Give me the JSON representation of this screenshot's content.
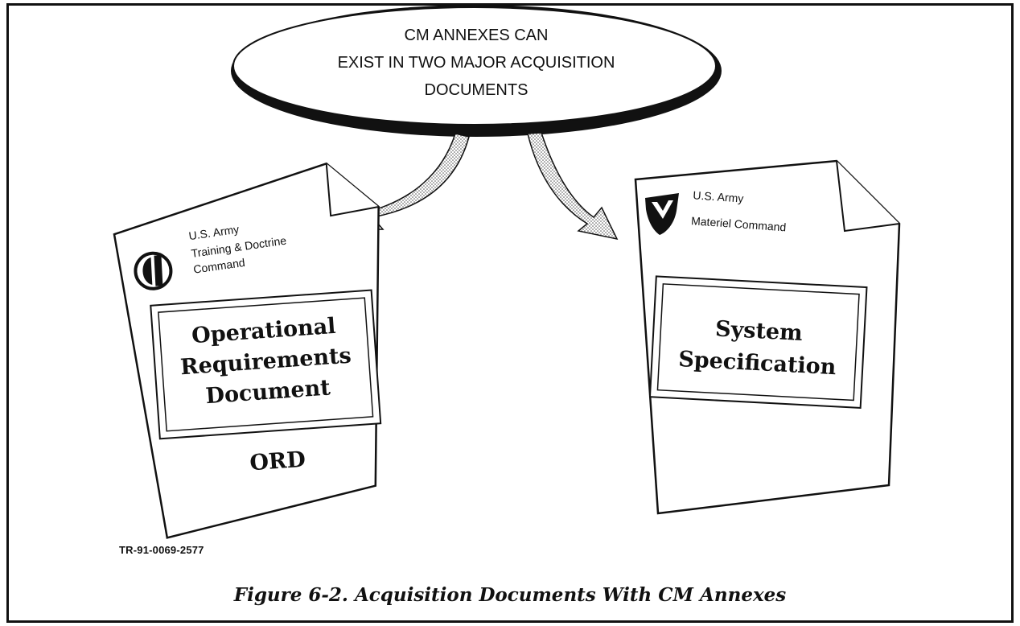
{
  "callout": {
    "lines": [
      "CM ANNEXES CAN",
      "EXIST IN TWO MAJOR ACQUISITION",
      "DOCUMENTS"
    ]
  },
  "left_document": {
    "org_lines": [
      "U.S. Army",
      "Training & Doctrine",
      "Command"
    ],
    "title_lines": [
      "Operational",
      "Requirements",
      "Document"
    ],
    "abbreviation": "ORD"
  },
  "right_document": {
    "org_lines": [
      "U.S. Army",
      "Materiel Command"
    ],
    "title_lines": [
      "System",
      "Specification"
    ]
  },
  "reference_id": "TR-91-0069-2577",
  "caption": "Figure 6-2. Acquisition Documents With CM Annexes",
  "icons": {
    "left_emblem": "tradoc-emblem-icon",
    "right_emblem": "amc-shield-icon"
  }
}
